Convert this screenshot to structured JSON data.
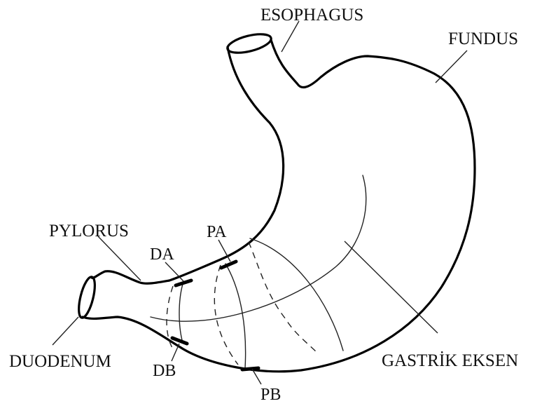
{
  "labels": {
    "esophagus": "ESOPHAGUS",
    "fundus": "FUNDUS",
    "pylorus": "PYLORUS",
    "duodenum": "DUODENUM",
    "gastric_axis": "GASTRİK EKSEN",
    "pa": "PA",
    "da": "DA",
    "db": "DB",
    "pb": "PB"
  }
}
